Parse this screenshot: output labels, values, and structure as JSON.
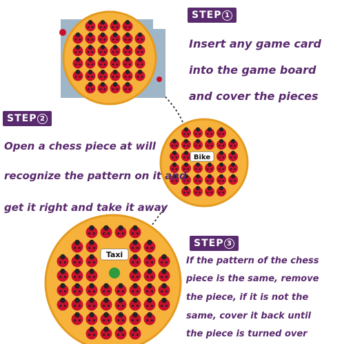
{
  "step1": {
    "label": "STEP",
    "num": "1",
    "lines": [
      "Insert any game card",
      "into the game board",
      "and cover the pieces"
    ]
  },
  "step2": {
    "label": "STEP",
    "num": "2",
    "lines": [
      "Open a chess piece at will",
      "recognize the pattern on it and",
      "get it right and take it away"
    ]
  },
  "step3": {
    "label": "STEP",
    "num": "3",
    "lines": [
      "If the pattern of the chess",
      "piece is the same, remove",
      "the piece, if it is not the",
      "same, cover it back until",
      "the piece is turned over"
    ]
  },
  "card_labels": {
    "board2": "Bike",
    "board3": "Taxi"
  },
  "colors": {
    "accent": "#5a2a6e",
    "board": "#f6b23a",
    "ladybug": "#c8102e"
  }
}
